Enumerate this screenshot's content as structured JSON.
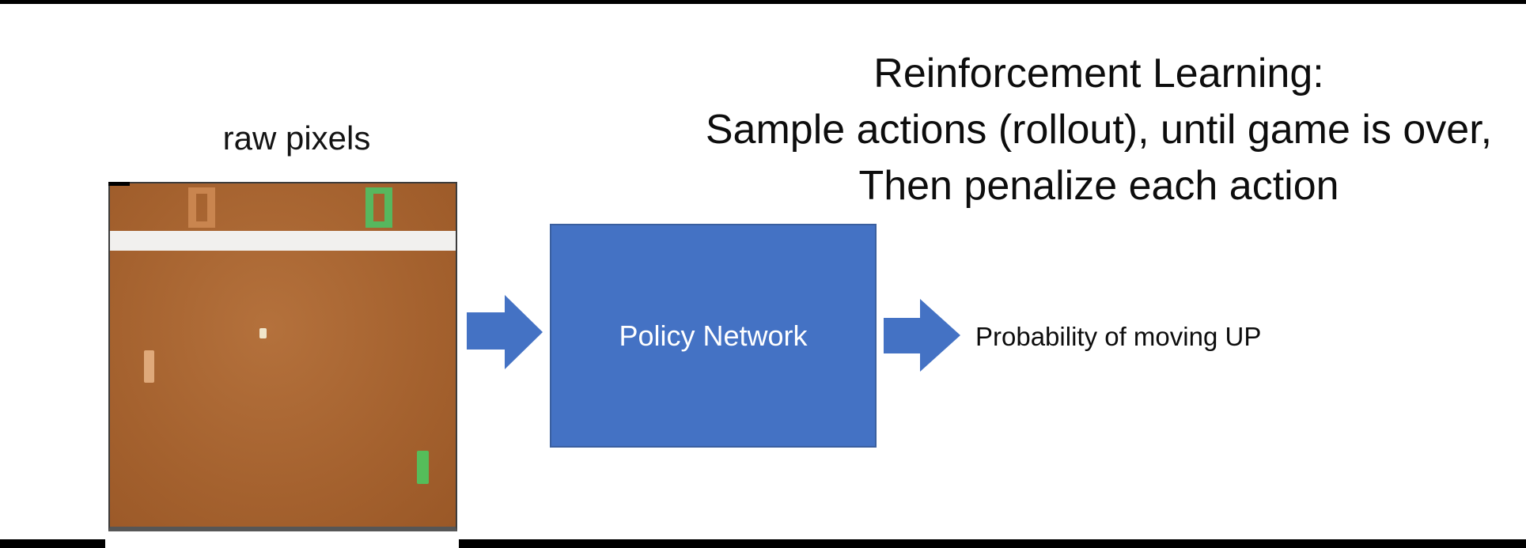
{
  "colors": {
    "bar_black": "#000000",
    "border_dark": "#3c3c3c",
    "accent_blue": "#4472c4",
    "accent_blue_border": "#3a5f9f",
    "pong_brown": "#a4612e",
    "pong_brown_light": "#b4713c",
    "score_orange": "#c9854f",
    "score_green": "#57b75e",
    "paddle_tan": "#dfa97a",
    "paddle_green": "#55bd5a",
    "band_white": "#f1f0ee",
    "ball_white": "#f0e6cb"
  },
  "headline": {
    "line1": "Reinforcement Learning:",
    "line2": "Sample actions (rollout), until game is over,",
    "line3": "Then penalize each action"
  },
  "pong": {
    "label": "raw pixels",
    "left_score": "0",
    "right_score": "0"
  },
  "policy_box": {
    "label": "Policy Network"
  },
  "output": {
    "label": "Probability of moving UP"
  }
}
